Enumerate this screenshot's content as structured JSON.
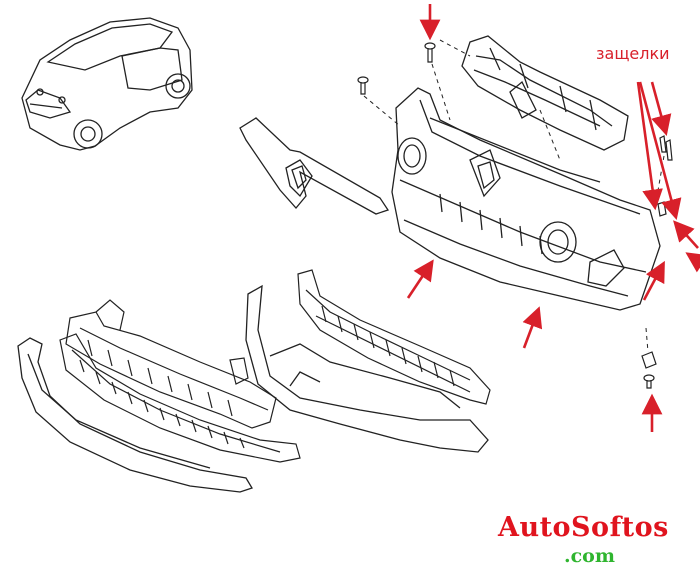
{
  "labels": {
    "clips": "защелки"
  },
  "watermark": {
    "line1": "AutoSoftos",
    "line2": ".com",
    "line1_color": "#e0141e",
    "line2_color": "#2fb52f"
  },
  "colors": {
    "arrow": "#d8202a",
    "line": "#222222"
  }
}
